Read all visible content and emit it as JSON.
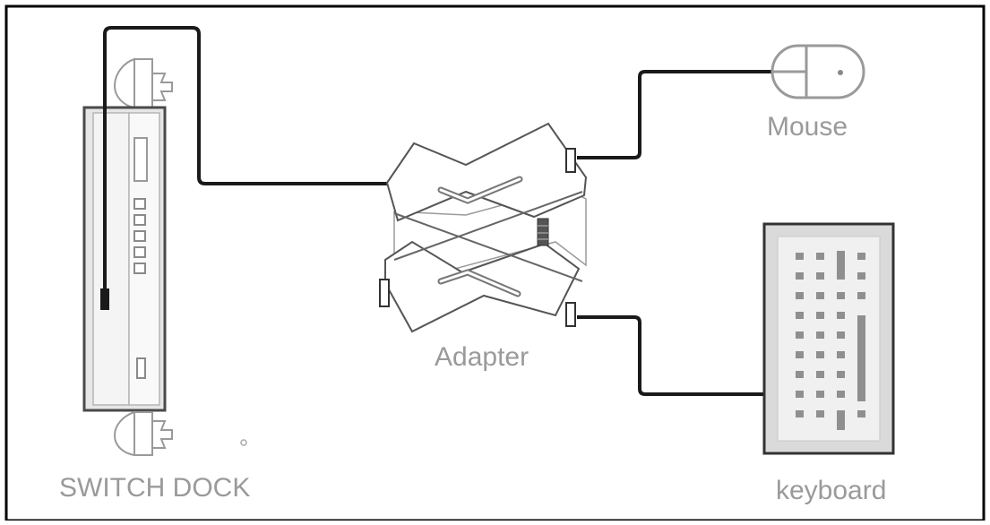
{
  "labels": {
    "mouse": "Mouse",
    "adapter": "Adapter",
    "switch_dock": "SWITCH DOCK",
    "keyboard": "keyboard"
  },
  "colors": {
    "line": "#1a1a1a",
    "device_outline": "#8a8a8a",
    "device_fill": "#e8e8e8",
    "label_text": "#9a9a9a",
    "key_fill": "#8f8f8f"
  }
}
